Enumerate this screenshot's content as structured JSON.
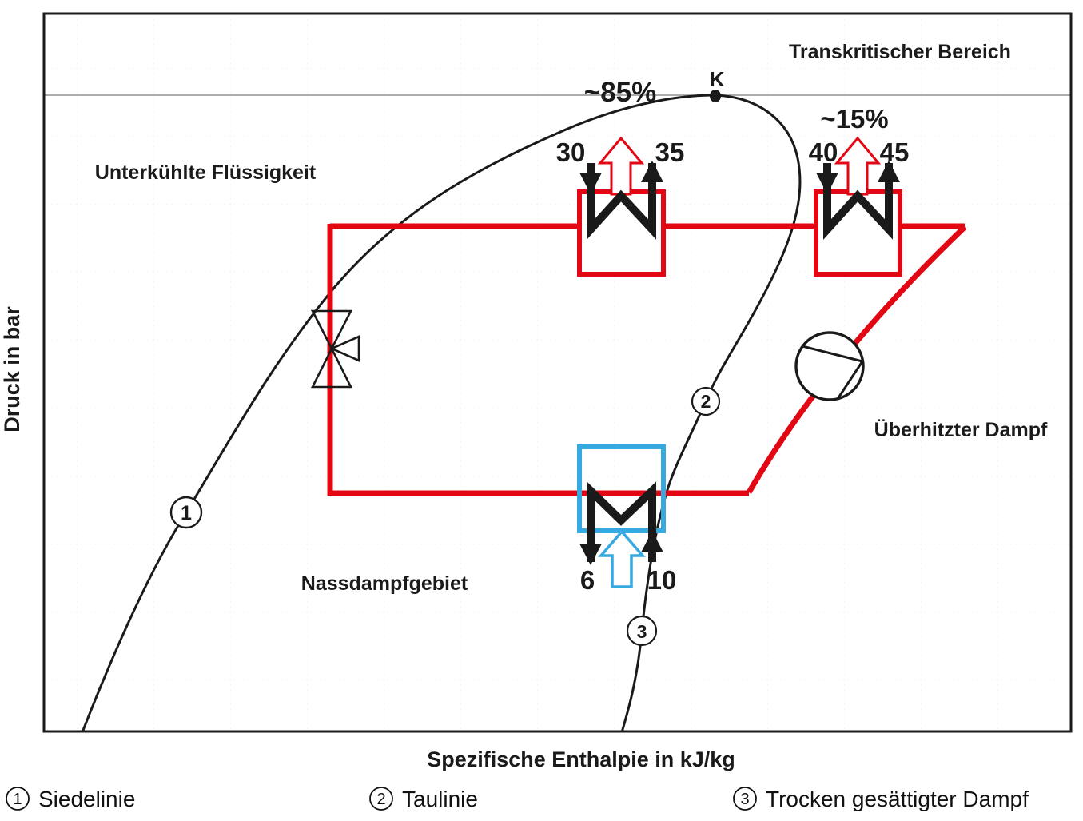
{
  "axes": {
    "y_label": "Druck in bar",
    "x_label": "Spezifische Enthalpie in kJ/kg"
  },
  "regions": {
    "transcritical": "Transkritischer Bereich",
    "subcooled_liquid": "Unterkühlte Flüssigkeit",
    "superheated_vapor": "Überhitzter Dampf",
    "wet_steam": "Nassdampfgebiet"
  },
  "critical_point": {
    "label": "K"
  },
  "heat_shares": {
    "high": "~85%",
    "low": "~15%"
  },
  "gas_cooler_1": {
    "inlet_temp": "30",
    "outlet_temp": "35"
  },
  "gas_cooler_2": {
    "inlet_temp": "40",
    "outlet_temp": "45"
  },
  "evaporator": {
    "outlet_temp": "6",
    "inlet_temp": "10"
  },
  "curve_markers": {
    "one": "1",
    "two": "2",
    "three": "3"
  },
  "legend": {
    "items": [
      {
        "num": "1",
        "label": "Siedelinie"
      },
      {
        "num": "2",
        "label": "Taulinie"
      },
      {
        "num": "3",
        "label": "Trocken gesättigter Dampf"
      }
    ]
  },
  "colors": {
    "cycle_red": "#e30613",
    "evaporator_blue": "#36a9e1",
    "line_black": "#1a1a1a",
    "critical_line_gray": "#919191"
  }
}
